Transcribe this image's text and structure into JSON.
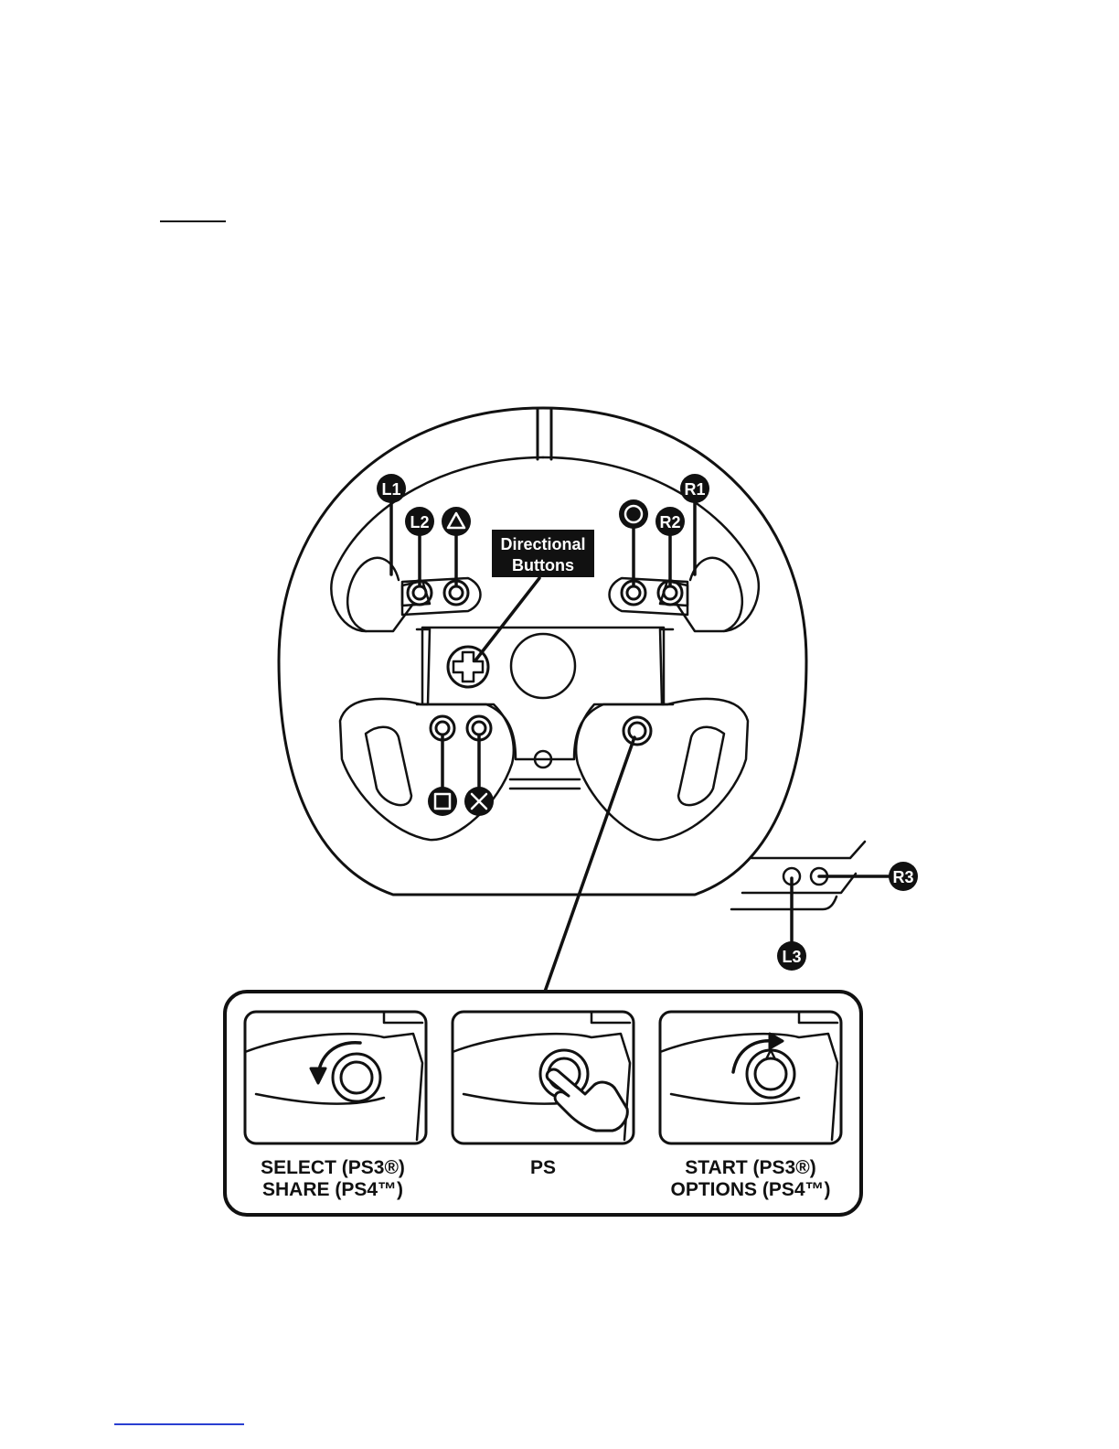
{
  "page": {
    "colors": {
      "ink": "#111111",
      "paper": "#ffffff",
      "footer_rule": "#2a3fd1"
    }
  },
  "callouts": {
    "l1": "L1",
    "l2": "L2",
    "r1": "R1",
    "r2": "R2",
    "r3": "R3",
    "l3": "L3",
    "directional_line1": "Directional",
    "directional_line2": "Buttons"
  },
  "face_buttons": [
    "triangle-icon",
    "circle-icon",
    "square-icon",
    "cross-icon"
  ],
  "panels": [
    {
      "label_line1": "SELECT (PS3®)",
      "label_line2": "SHARE (PS4™)"
    },
    {
      "label_line1": "PS",
      "label_line2": ""
    },
    {
      "label_line1": "START (PS3®)",
      "label_line2": "OPTIONS (PS4™)"
    }
  ]
}
